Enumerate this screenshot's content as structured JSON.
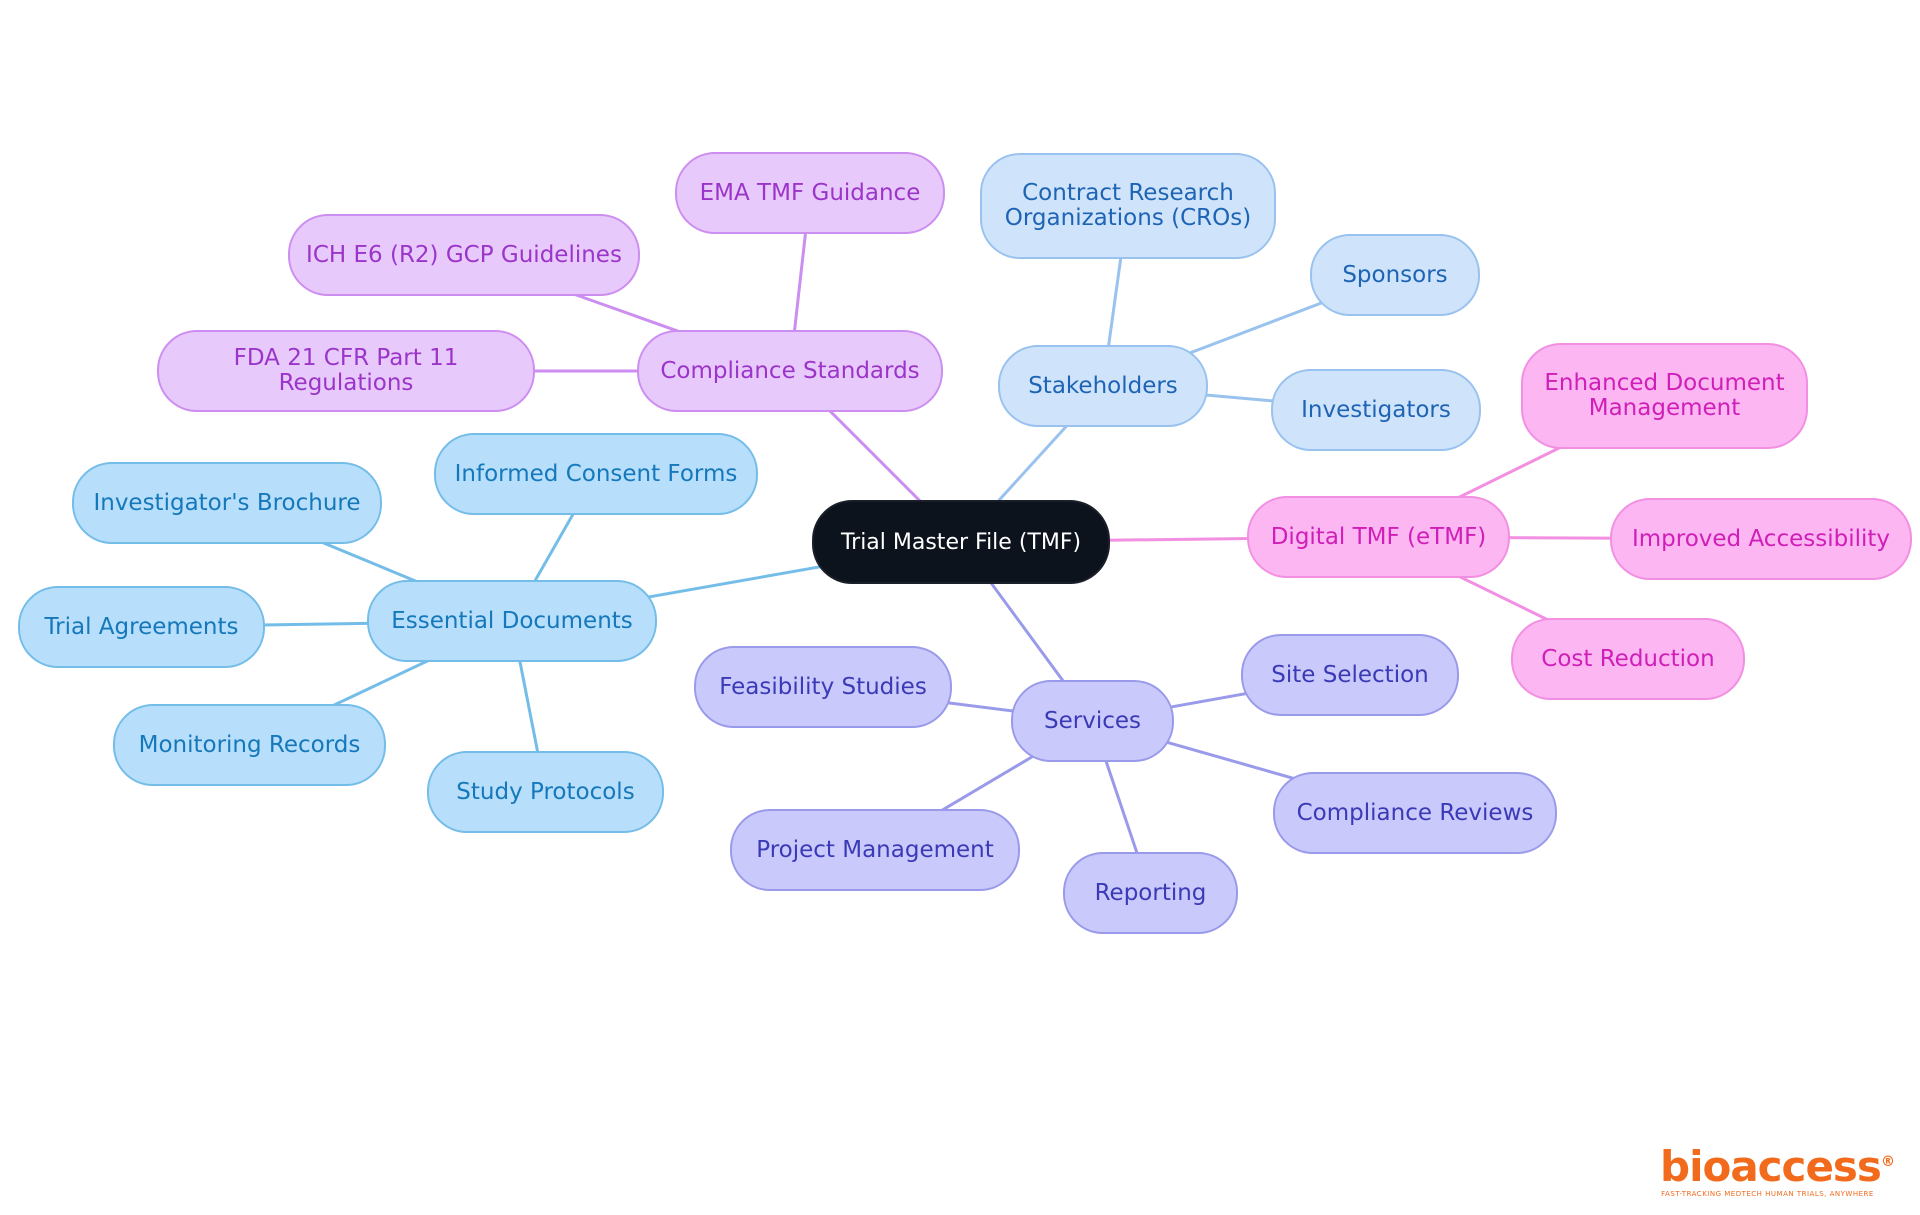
{
  "diagram": {
    "root": {
      "label": "Trial Master File (TMF)",
      "fill": "#0d131c",
      "text": "#ffffff"
    },
    "branches": [
      {
        "label": "Compliance Standards",
        "palette": {
          "fill": "#e8c9fb",
          "border": "#cc8ef0",
          "text": "#9b35c9",
          "line": "#cc8ef0"
        },
        "children": [
          "EMA TMF Guidance",
          "ICH E6 (R2) GCP Guidelines",
          "FDA 21 CFR Part 11 Regulations"
        ]
      },
      {
        "label": "Stakeholders",
        "palette": {
          "fill": "#cfe3fb",
          "border": "#99c2ee",
          "text": "#1e64b4",
          "line": "#99c2ee"
        },
        "children": [
          "Contract Research\nOrganizations (CROs)",
          "Sponsors",
          "Investigators"
        ]
      },
      {
        "label": "Digital TMF (eTMF)",
        "palette": {
          "fill": "#fcb6f2",
          "border": "#f28fe2",
          "text": "#d01eb8",
          "line": "#f28fe2"
        },
        "children": [
          "Enhanced Document\nManagement",
          "Improved Accessibility",
          "Cost Reduction"
        ]
      },
      {
        "label": "Essential Documents",
        "palette": {
          "fill": "#b7defb",
          "border": "#74bde8",
          "text": "#1578ba",
          "line": "#74bde8"
        },
        "children": [
          "Informed Consent Forms",
          "Investigator's Brochure",
          "Trial Agreements",
          "Monitoring Records",
          "Study Protocols"
        ]
      },
      {
        "label": "Services",
        "palette": {
          "fill": "#c9c9fb",
          "border": "#9a9aeb",
          "text": "#3a3ab7",
          "line": "#9a9aeb"
        },
        "children": [
          "Feasibility Studies",
          "Site Selection",
          "Compliance Reviews",
          "Reporting",
          "Project Management"
        ]
      }
    ]
  },
  "logo": {
    "wordmark": "bioaccess",
    "mark": "®",
    "tagline": "FAST-TRACKING MEDTECH HUMAN TRIALS, ANYWHERE",
    "color": "#f26a1b"
  }
}
